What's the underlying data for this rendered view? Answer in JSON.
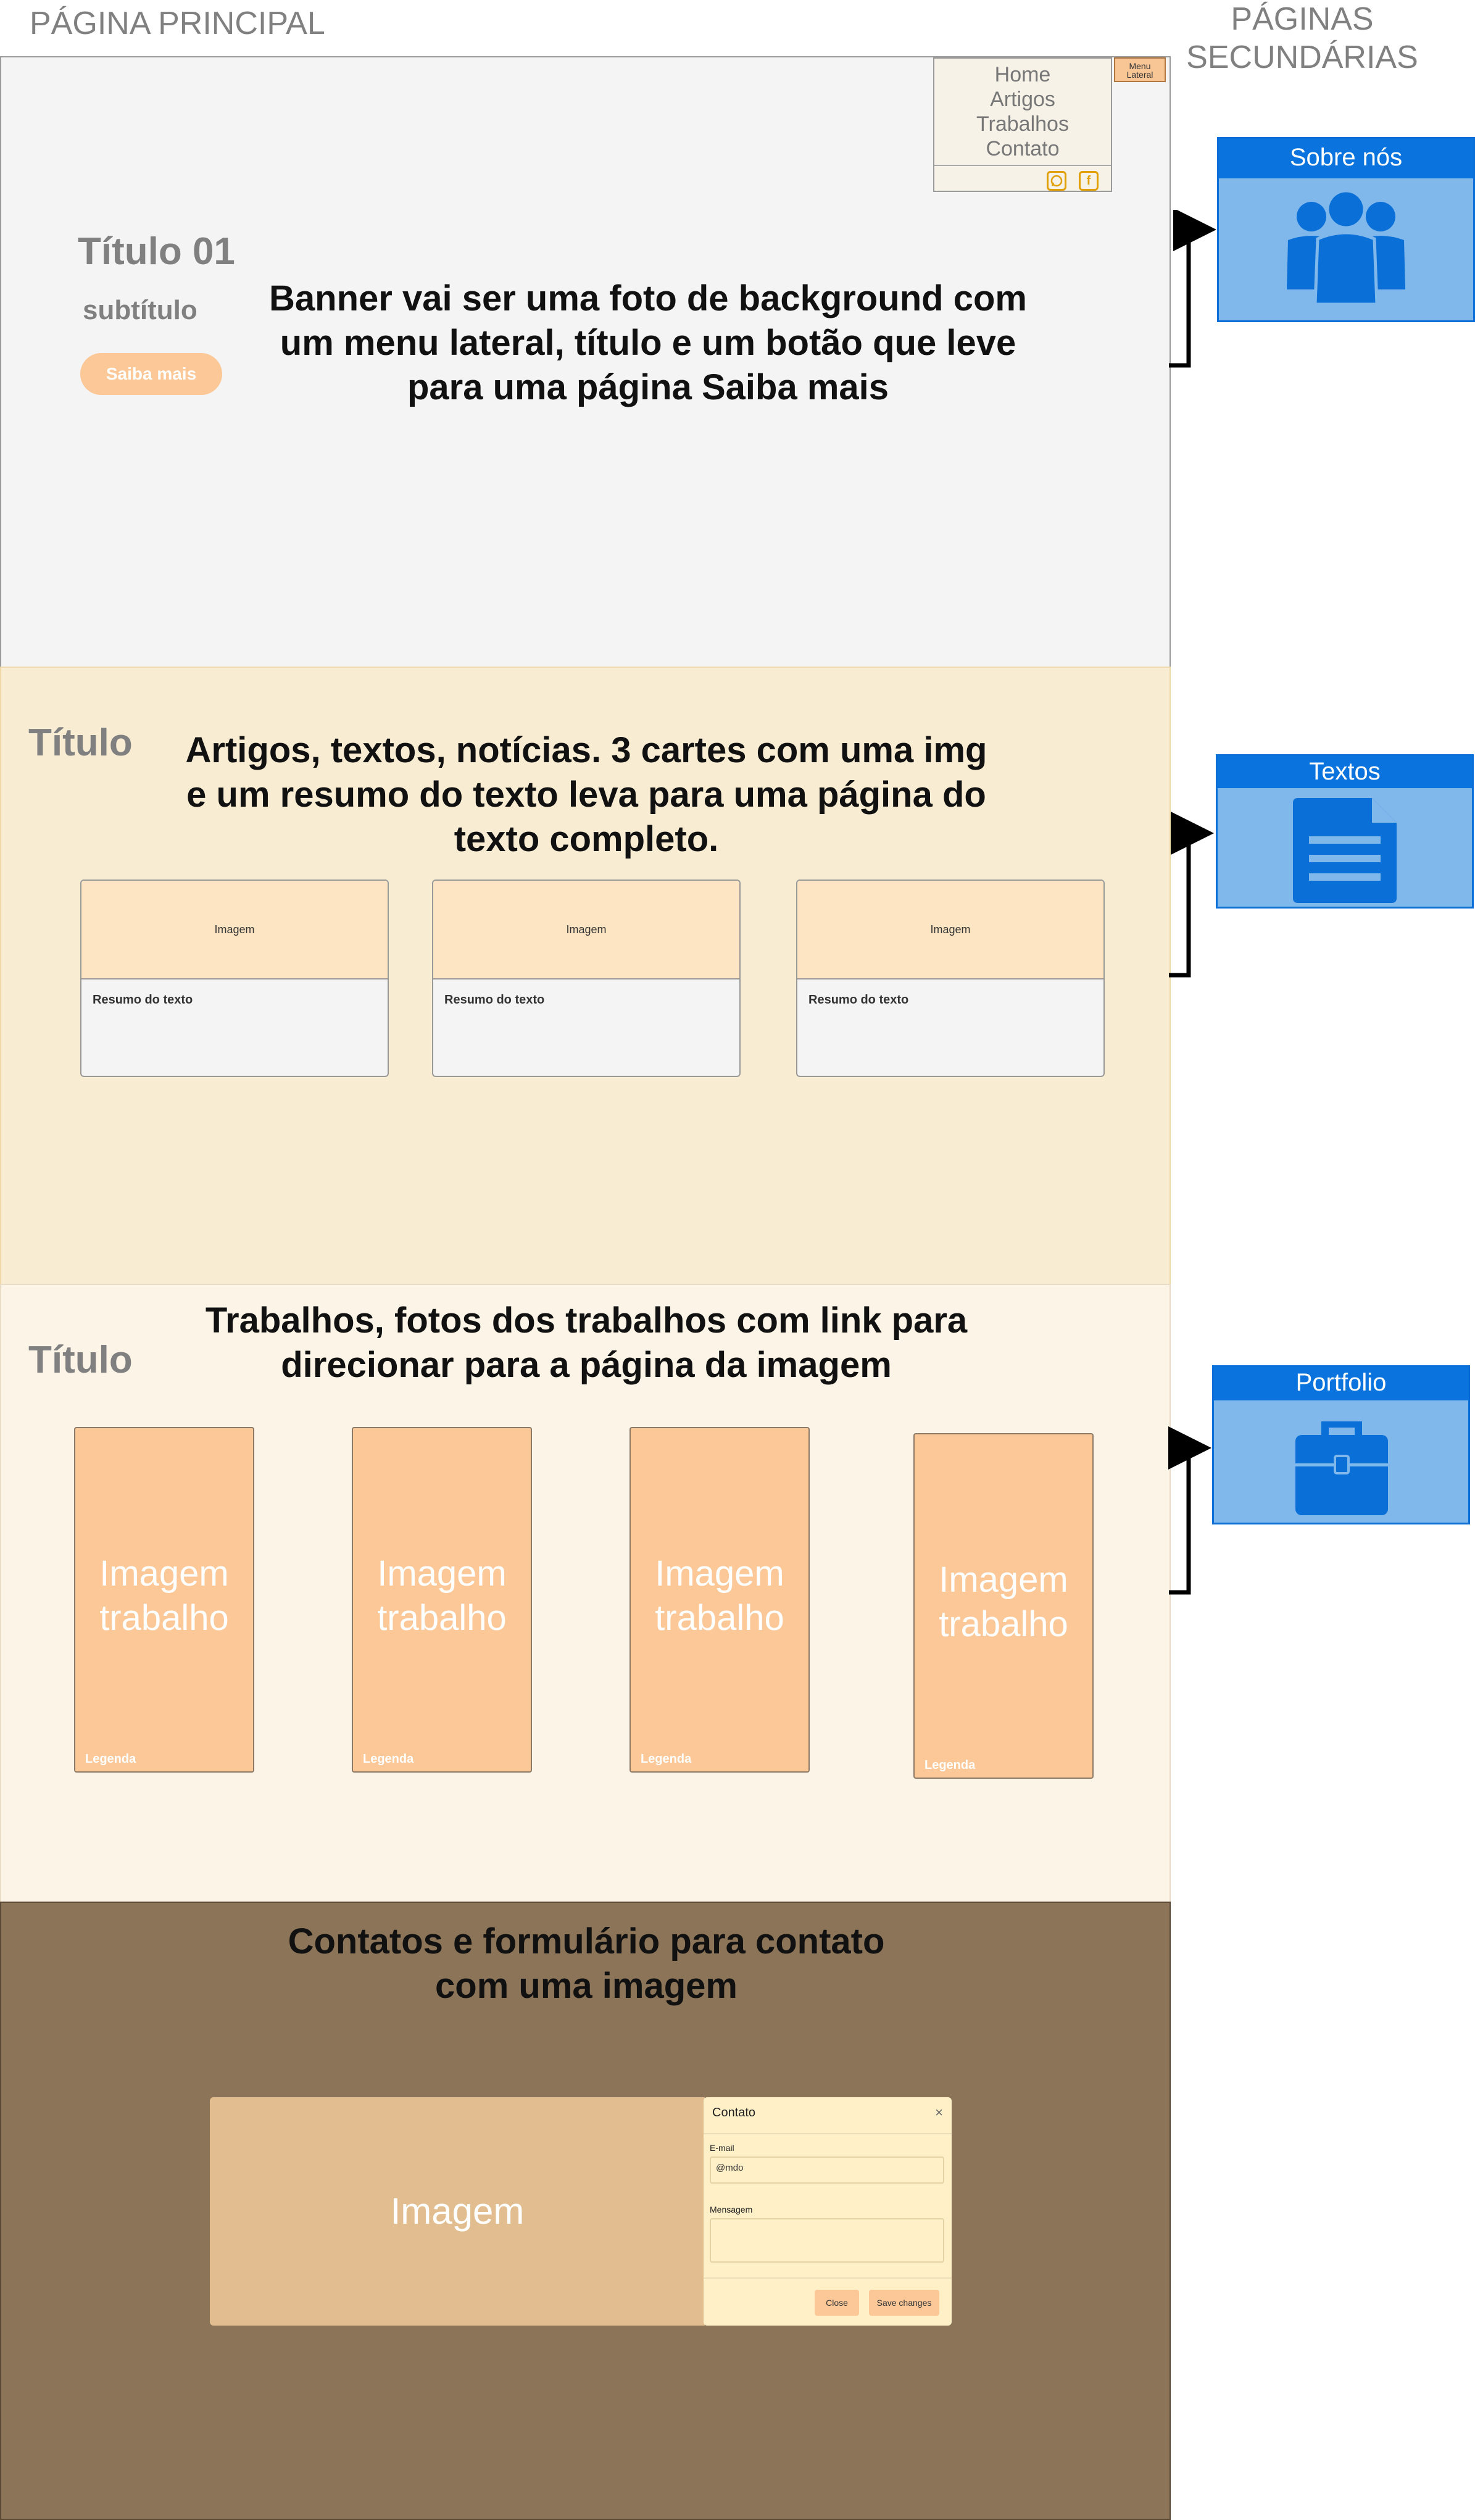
{
  "header": {
    "main": "PÁGINA PRINCIPAL",
    "secondary": "PÁGINAS SECUNDÁRIAS"
  },
  "banner": {
    "title": "Título 01",
    "subtitle": "subtítulo",
    "button": "Saiba mais",
    "description": "Banner vai ser uma foto de background com um menu lateral, título e um botão que leve para uma página Saiba mais",
    "menu_items": [
      "Home",
      "Artigos",
      "Trabalhos",
      "Contato"
    ],
    "menu_tag": "Menu Lateral",
    "social_icons": [
      "whatsapp-icon",
      "facebook-icon"
    ]
  },
  "articles": {
    "title": "Título",
    "description": "Artigos, textos, notícias. 3 cartes com uma img e um resumo do texto leva para uma página do texto completo.",
    "cards": [
      {
        "image": "Imagem",
        "summary": "Resumo do texto"
      },
      {
        "image": "Imagem",
        "summary": "Resumo do texto"
      },
      {
        "image": "Imagem",
        "summary": "Resumo do texto"
      }
    ]
  },
  "works": {
    "title": "Título",
    "description": "Trabalhos, fotos dos trabalhos com link para direcionar para a página da imagem",
    "items": [
      {
        "label": "Imagem trabalho",
        "caption": "Legenda"
      },
      {
        "label": "Imagem trabalho",
        "caption": "Legenda"
      },
      {
        "label": "Imagem trabalho",
        "caption": "Legenda"
      },
      {
        "label": "Imagem trabalho",
        "caption": "Legenda"
      }
    ]
  },
  "contact": {
    "description": "Contatos e formulário para contato com uma imagem",
    "image": "Imagem",
    "modal": {
      "title": "Contato",
      "close_symbol": "×",
      "email_label": "E-mail",
      "email_value": "@mdo",
      "message_label": "Mensagem",
      "close_button": "Close",
      "save_button": "Save changes"
    }
  },
  "secondary_pages": [
    {
      "title": "Sobre nós",
      "icon": "people-icon"
    },
    {
      "title": "Textos",
      "icon": "document-icon"
    },
    {
      "title": "Portfolio",
      "icon": "briefcase-icon"
    }
  ],
  "colors": {
    "banner_bg": "#f4f4f4",
    "articles_bg": "#f8ecd3",
    "works_bg": "#fcf4e6",
    "contact_bg": "#8b7457",
    "accent_orange": "#fcc898",
    "secondary_blue": "#0a73de"
  }
}
